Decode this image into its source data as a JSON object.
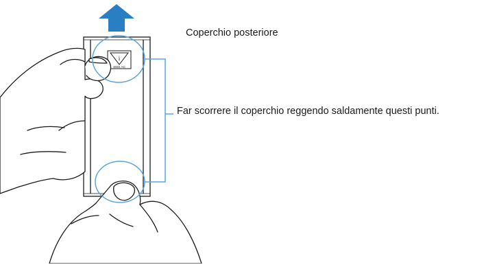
{
  "labels": {
    "back_cover": "Coperchio posteriore",
    "instruction": "Far scorrere il coperchio reggendo saldamente questi punti."
  },
  "device": {
    "label_text": "IEEE AC"
  },
  "colors": {
    "arrow": "#2a7fc4",
    "highlight": "#5aa6dc",
    "outline": "#1a1a1a",
    "background": "#ffffff"
  },
  "icons": {
    "direction": "arrow-up-icon",
    "info": "info-triangle-icon"
  }
}
